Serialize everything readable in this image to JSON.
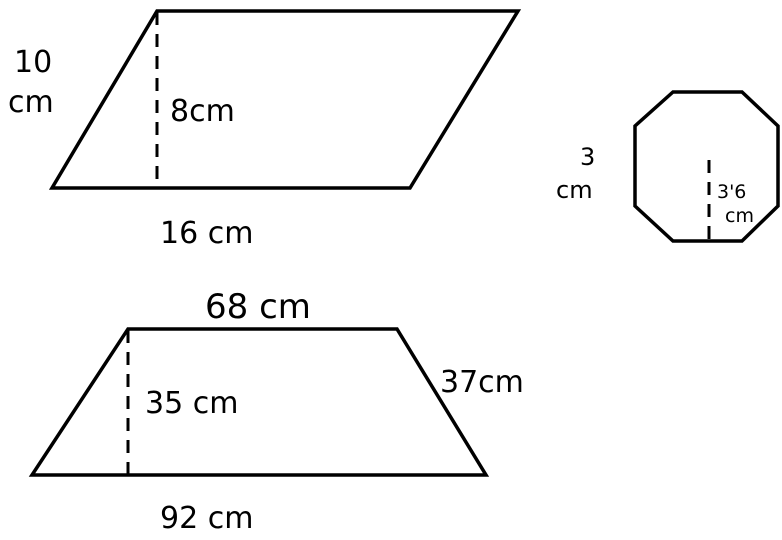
{
  "parallelogram": {
    "side_value": "10",
    "side_unit": "cm",
    "height_label": "8cm",
    "base_label": "16 cm"
  },
  "octagon": {
    "side_value": "3",
    "side_unit": "cm",
    "apothem_value": "3'6",
    "apothem_unit": "cm"
  },
  "trapezoid": {
    "top_base_label": "68 cm",
    "side_label": "37cm",
    "height_label": "35 cm",
    "bottom_base_label": "92 cm"
  },
  "colors": {
    "ink": "#000000",
    "background": "#ffffff"
  }
}
